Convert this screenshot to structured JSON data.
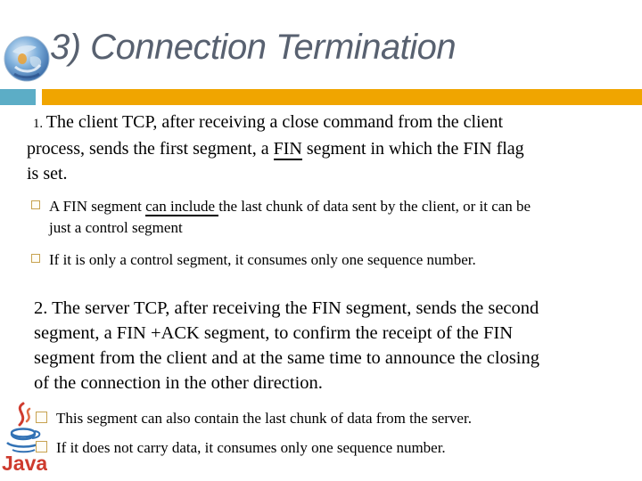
{
  "slide": {
    "title": "3) Connection Termination"
  },
  "style": {
    "teal": "#5cadc6",
    "orange": "#f0a500",
    "title_color": "#586170",
    "bullet_border": "#c7a24f",
    "java_red": "#ce3b2e",
    "java_blue": "#3272b5"
  },
  "icons": [
    {
      "name": "globe-logo-icon",
      "description": "round blue earth/globe emblem top-left"
    },
    {
      "name": "java-logo",
      "description": "Java coffee-cup logo with red steam and red Java wordmark bottom-left"
    },
    {
      "name": "square-bullet-icon",
      "description": "hollow gold square list bullet"
    }
  ],
  "para1": {
    "lines": [
      [
        {
          "text": "1. ",
          "small": true
        },
        {
          "text": "The client TCP, after receiving a close command from the client"
        }
      ],
      [
        {
          "text": "process, sends the first segment, a "
        },
        {
          "text": "FIN",
          "underline": true
        },
        {
          "text": " segment in which the FIN flag"
        }
      ],
      [
        {
          "text": "is set."
        }
      ]
    ]
  },
  "bullets1": [
    {
      "lines": [
        [
          {
            "text": "A FIN segment "
          },
          {
            "text": "can include ",
            "underline": true
          },
          {
            "text": "the last chunk of data sent by the client, or it can be"
          }
        ],
        [
          {
            "text": "just a control segment"
          }
        ]
      ]
    },
    {
      "lines": [
        [
          {
            "text": "If it is only a control segment, it consumes only one sequence number."
          }
        ]
      ]
    }
  ],
  "para2": {
    "lines": [
      [
        {
          "text": "2. The server TCP, after receiving the FIN segment, sends the second"
        }
      ],
      [
        {
          "text": "segment, a FIN +ACK segment, to confirm the receipt of the FIN"
        }
      ],
      [
        {
          "text": "segment from the client and at the same time to announce the closing"
        }
      ],
      [
        {
          "text": "of the connection in the other direction."
        }
      ]
    ]
  },
  "bullets2": [
    {
      "lines": [
        [
          {
            "text": "This segment can also contain the last chunk of data from the server."
          }
        ]
      ]
    },
    {
      "lines": [
        [
          {
            "text": "If it does not carry data, it consumes only one sequence number."
          }
        ]
      ]
    }
  ]
}
